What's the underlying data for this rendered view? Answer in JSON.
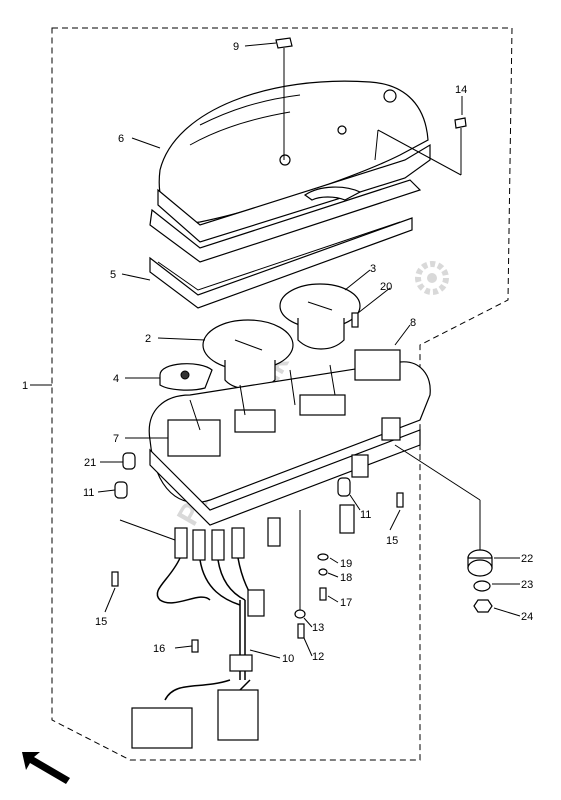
{
  "callouts": [
    {
      "id": "c1",
      "text": "1"
    },
    {
      "id": "c2",
      "text": "2"
    },
    {
      "id": "c3",
      "text": "3"
    },
    {
      "id": "c4",
      "text": "4"
    },
    {
      "id": "c5",
      "text": "5"
    },
    {
      "id": "c6",
      "text": "6"
    },
    {
      "id": "c7",
      "text": "7"
    },
    {
      "id": "c8",
      "text": "8"
    },
    {
      "id": "c9",
      "text": "9"
    },
    {
      "id": "c10",
      "text": "10"
    },
    {
      "id": "c11a",
      "text": "11"
    },
    {
      "id": "c11b",
      "text": "11"
    },
    {
      "id": "c12",
      "text": "12"
    },
    {
      "id": "c13",
      "text": "13"
    },
    {
      "id": "c14",
      "text": "14"
    },
    {
      "id": "c15a",
      "text": "15"
    },
    {
      "id": "c15b",
      "text": "15"
    },
    {
      "id": "c16",
      "text": "16"
    },
    {
      "id": "c17",
      "text": "17"
    },
    {
      "id": "c18",
      "text": "18"
    },
    {
      "id": "c19",
      "text": "19"
    },
    {
      "id": "c20",
      "text": "20"
    },
    {
      "id": "c21",
      "text": "21"
    },
    {
      "id": "c22",
      "text": "22"
    },
    {
      "id": "c23",
      "text": "23"
    },
    {
      "id": "c24",
      "text": "24"
    }
  ],
  "watermark": "Partsrepublik",
  "colors": {
    "line": "#000000",
    "background": "#ffffff",
    "watermark": "#d9d9d9"
  },
  "icons": {
    "watermark_logo": "gear-icon",
    "direction": "arrow-icon"
  }
}
